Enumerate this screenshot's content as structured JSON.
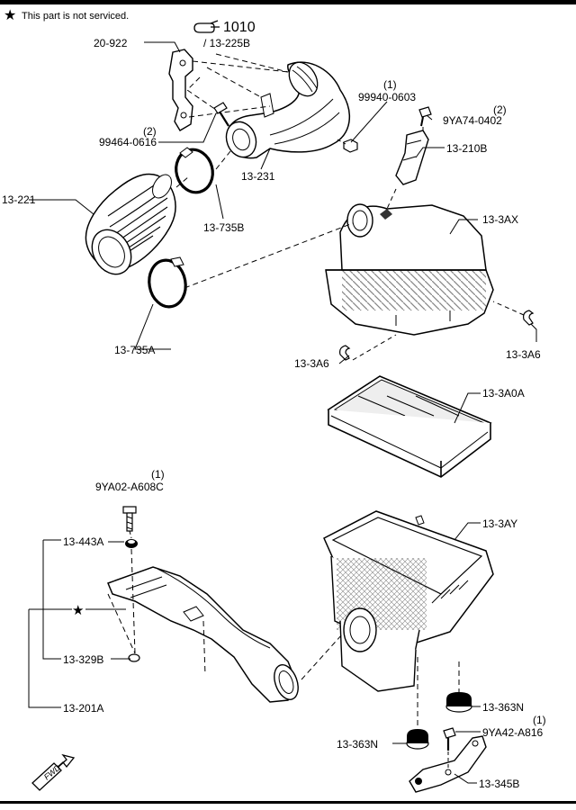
{
  "legend": {
    "star": "★",
    "text": "This part is not serviced."
  },
  "reference": {
    "main": "1010",
    "sub": "/ 13-225B"
  },
  "fwd_text": "FWD",
  "parts": {
    "p20_922": "20-922",
    "p99464_qty": "(2)",
    "p99464": "99464-0616",
    "p99940_qty": "(1)",
    "p99940": "99940-0603",
    "p9ya74_qty": "(2)",
    "p9ya74": "9YA74-0402",
    "p13_210b": "13-210B",
    "p13_231": "13-231",
    "p13_221": "13-221",
    "p13_735b": "13-735B",
    "p13_3ax": "13-3AX",
    "p13_735a": "13-735A",
    "p13_3a6_left": "13-3A6",
    "p13_3a6_right": "13-3A6",
    "p13_3a0a": "13-3A0A",
    "p9ya02_qty": "(1)",
    "p9ya02": "9YA02-A608C",
    "p13_443a": "13-443A",
    "p13_3ay": "13-3AY",
    "p13_329b": "13-329B",
    "p13_201a": "13-201A",
    "p13_363n_right": "13-363N",
    "p13_363n_left": "13-363N",
    "p9ya42_qty": "(1)",
    "p9ya42": "9YA42-A816",
    "p13_345b": "13-345B"
  }
}
